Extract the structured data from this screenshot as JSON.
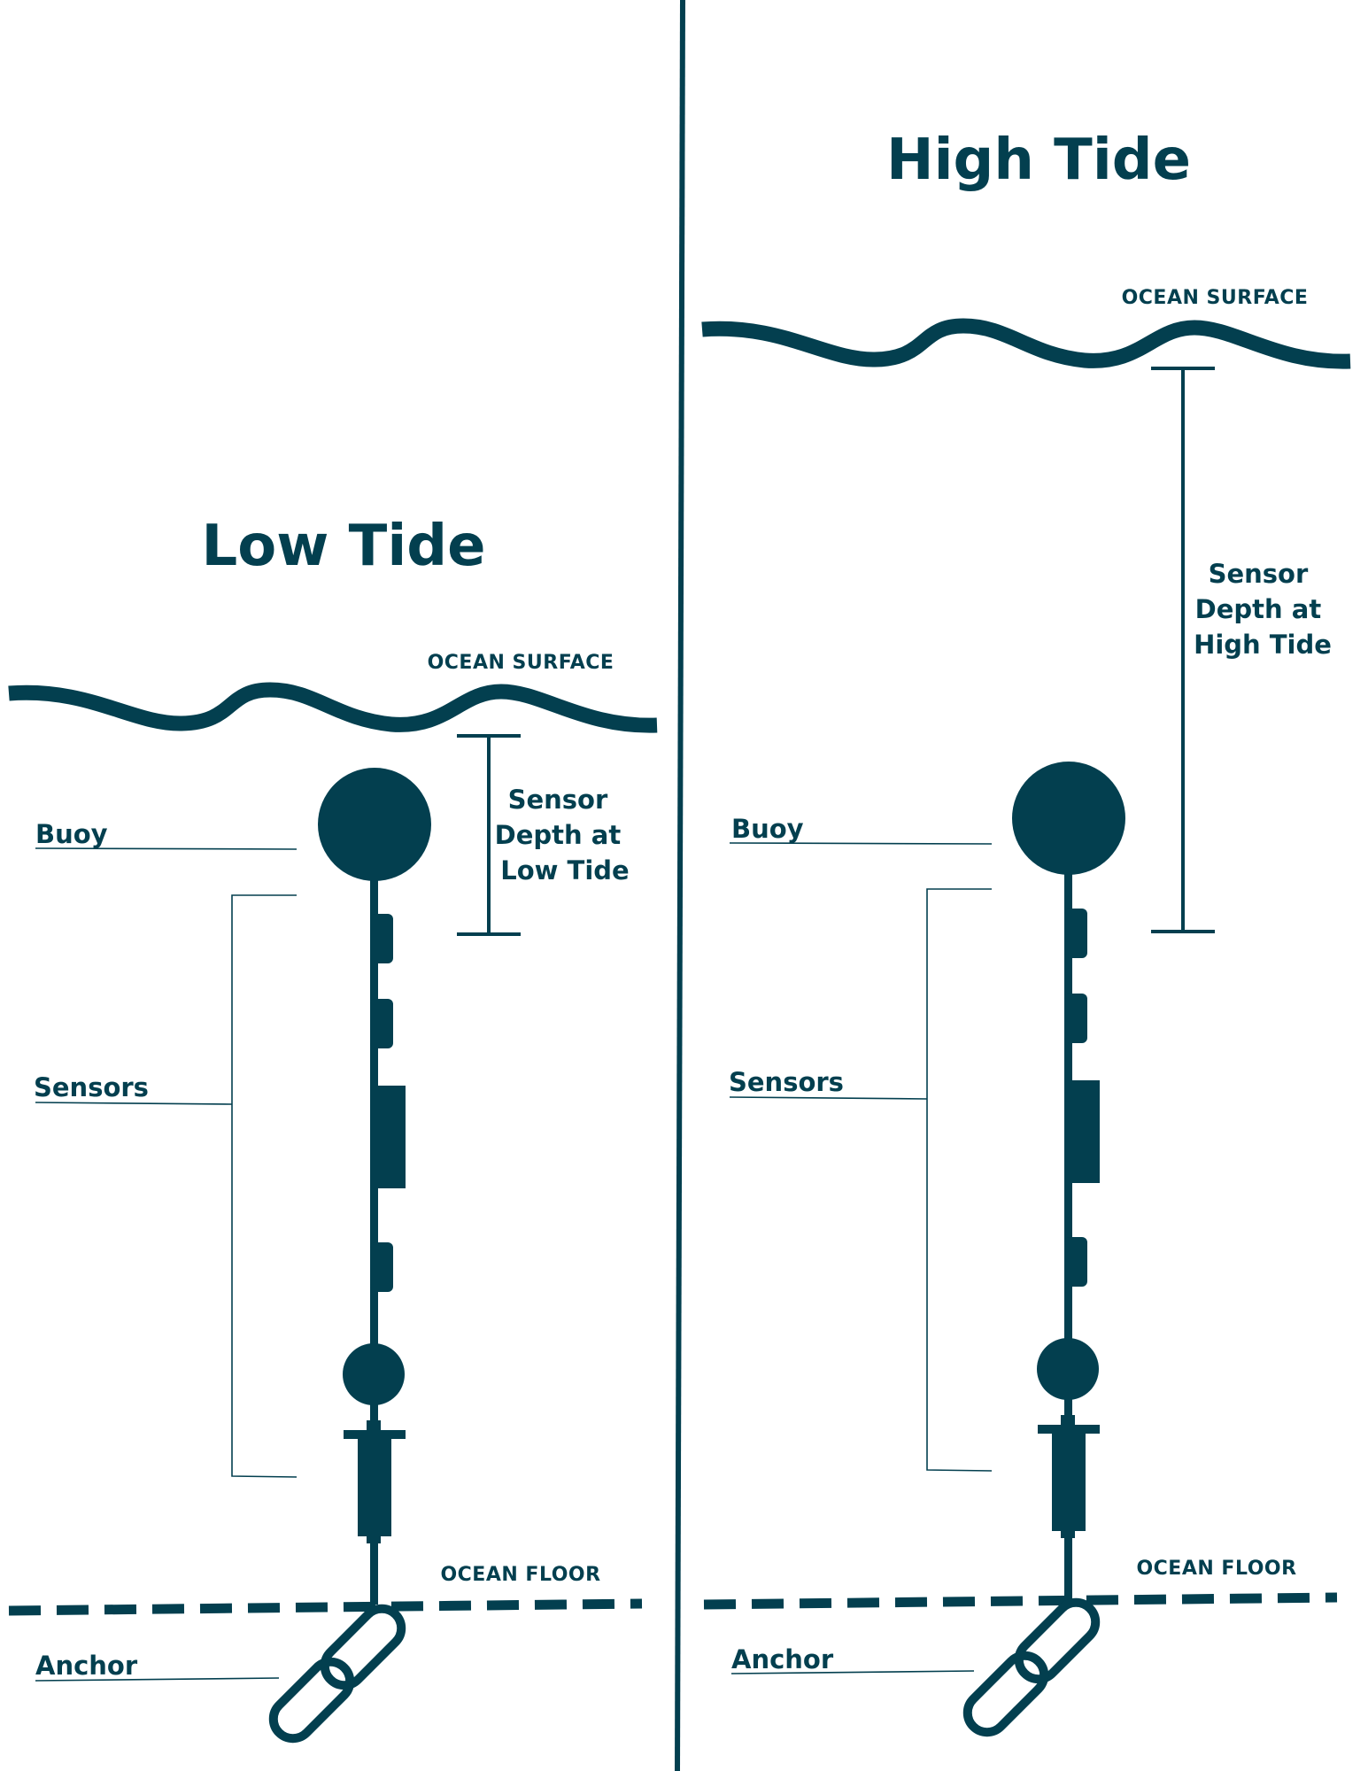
{
  "colors": {
    "ink": "#033f4f",
    "background": "#ffffff"
  },
  "panels": {
    "low": {
      "title": "Low Tide",
      "surface_label": "OCEAN SURFACE",
      "floor_label": "OCEAN FLOOR",
      "labels": {
        "buoy": "Buoy",
        "sensors": "Sensors",
        "anchor": "Anchor"
      },
      "depth_label_lines": [
        "Sensor",
        "Depth at",
        "Low Tide"
      ]
    },
    "high": {
      "title": "High Tide",
      "surface_label": "OCEAN SURFACE",
      "floor_label": "OCEAN FLOOR",
      "labels": {
        "buoy": "Buoy",
        "sensors": "Sensors",
        "anchor": "Anchor"
      },
      "depth_label_lines": [
        "Sensor",
        "Depth at",
        "High Tide"
      ]
    }
  }
}
